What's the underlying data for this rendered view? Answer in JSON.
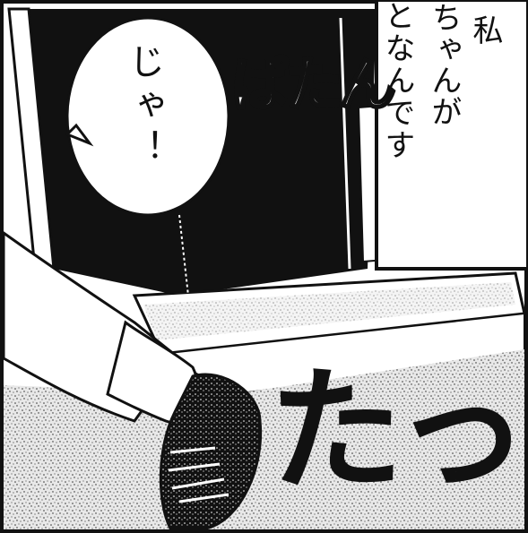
{
  "narration": {
    "col1": "私",
    "col2": "ちゃんが",
    "col3": "となんです"
  },
  "speech_bubble": {
    "text": "じゃ！"
  },
  "sfx": {
    "door": "ぱたん",
    "run": "たっ"
  }
}
